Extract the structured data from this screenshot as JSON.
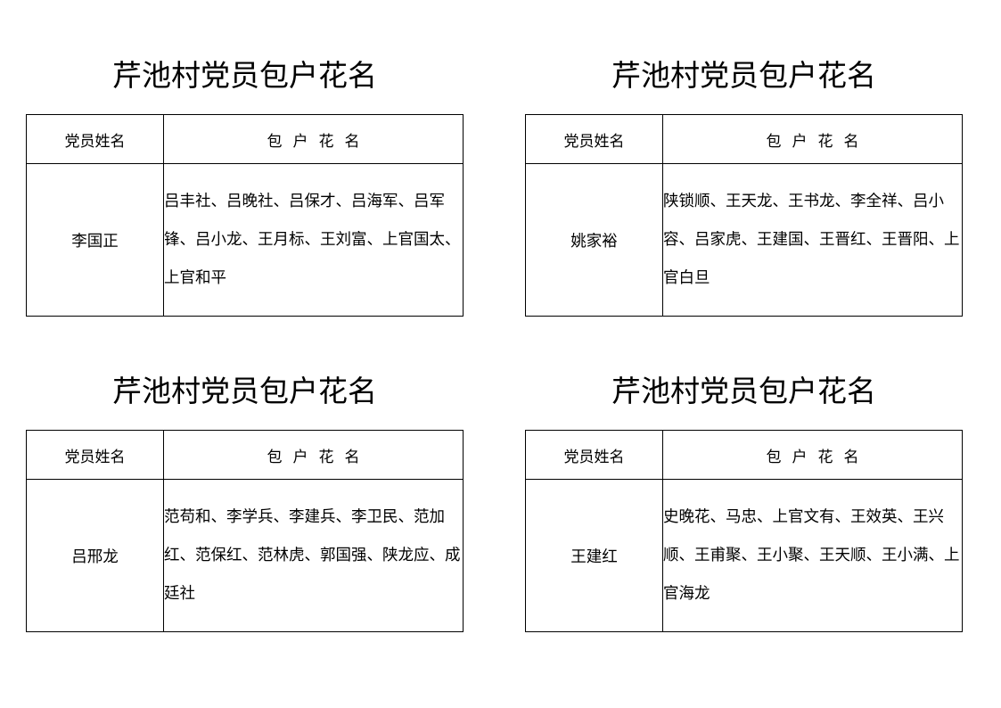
{
  "cards": [
    {
      "title": "芹池村党员包户花名",
      "header": {
        "member_col": "党员姓名",
        "households_col": "包户花名"
      },
      "member": "李国正",
      "households": "吕丰社、吕晚社、吕保才、吕海军、吕军锋、吕小龙、王月标、王刘富、上官国太、上官和平"
    },
    {
      "title": "芹池村党员包户花名",
      "header": {
        "member_col": "党员姓名",
        "households_col": "包户花名"
      },
      "member": "姚家裕",
      "households": "陕锁顺、王天龙、王书龙、李全祥、吕小容、吕家虎、王建国、王晋红、王晋阳、上官白旦"
    },
    {
      "title": "芹池村党员包户花名",
      "header": {
        "member_col": "党员姓名",
        "households_col": "包户花名"
      },
      "member": "吕邢龙",
      "households": "范苟和、李学兵、李建兵、李卫民、范加红、范保红、范林虎、郭国强、陕龙应、成廷社"
    },
    {
      "title": "芹池村党员包户花名",
      "header": {
        "member_col": "党员姓名",
        "households_col": "包户花名"
      },
      "member": "王建红",
      "households": "史晚花、马忠、上官文有、王效英、王兴顺、王甫聚、王小聚、王天顺、王小满、上官海龙"
    }
  ]
}
